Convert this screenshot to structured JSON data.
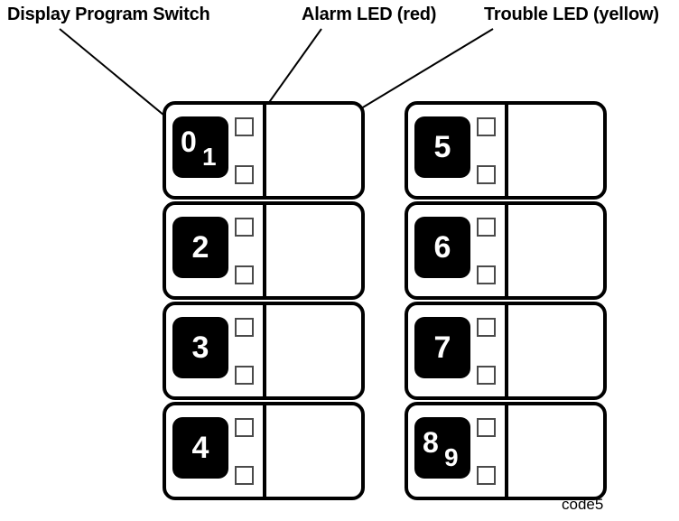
{
  "figure": {
    "caption": "code5",
    "annotations": [
      {
        "id": "display-program-switch",
        "text": "Display Program Switch"
      },
      {
        "id": "alarm-led",
        "text": "Alarm LED (red)"
      },
      {
        "id": "trouble-led",
        "text": "Trouble LED (yellow)"
      }
    ]
  },
  "colors": {
    "outline": "#000000",
    "switch_key": "#000000",
    "digit": "#ffffff",
    "led_outline": "#4a4a4a",
    "led_fill": "#ffffff",
    "background": "#ffffff"
  },
  "panel": {
    "columns": [
      {
        "id": "column-left",
        "modules": [
          {
            "digits": [
              "0",
              "1"
            ],
            "alarm_led": "off",
            "trouble_led": "off",
            "label_strip": ""
          },
          {
            "digits": [
              "2"
            ],
            "alarm_led": "off",
            "trouble_led": "off",
            "label_strip": ""
          },
          {
            "digits": [
              "3"
            ],
            "alarm_led": "off",
            "trouble_led": "off",
            "label_strip": ""
          },
          {
            "digits": [
              "4"
            ],
            "alarm_led": "off",
            "trouble_led": "off",
            "label_strip": ""
          }
        ]
      },
      {
        "id": "column-right",
        "modules": [
          {
            "digits": [
              "5"
            ],
            "alarm_led": "off",
            "trouble_led": "off",
            "label_strip": ""
          },
          {
            "digits": [
              "6"
            ],
            "alarm_led": "off",
            "trouble_led": "off",
            "label_strip": ""
          },
          {
            "digits": [
              "7"
            ],
            "alarm_led": "off",
            "trouble_led": "off",
            "label_strip": ""
          },
          {
            "digits": [
              "8",
              "9"
            ],
            "alarm_led": "off",
            "trouble_led": "off",
            "label_strip": ""
          }
        ]
      }
    ]
  }
}
